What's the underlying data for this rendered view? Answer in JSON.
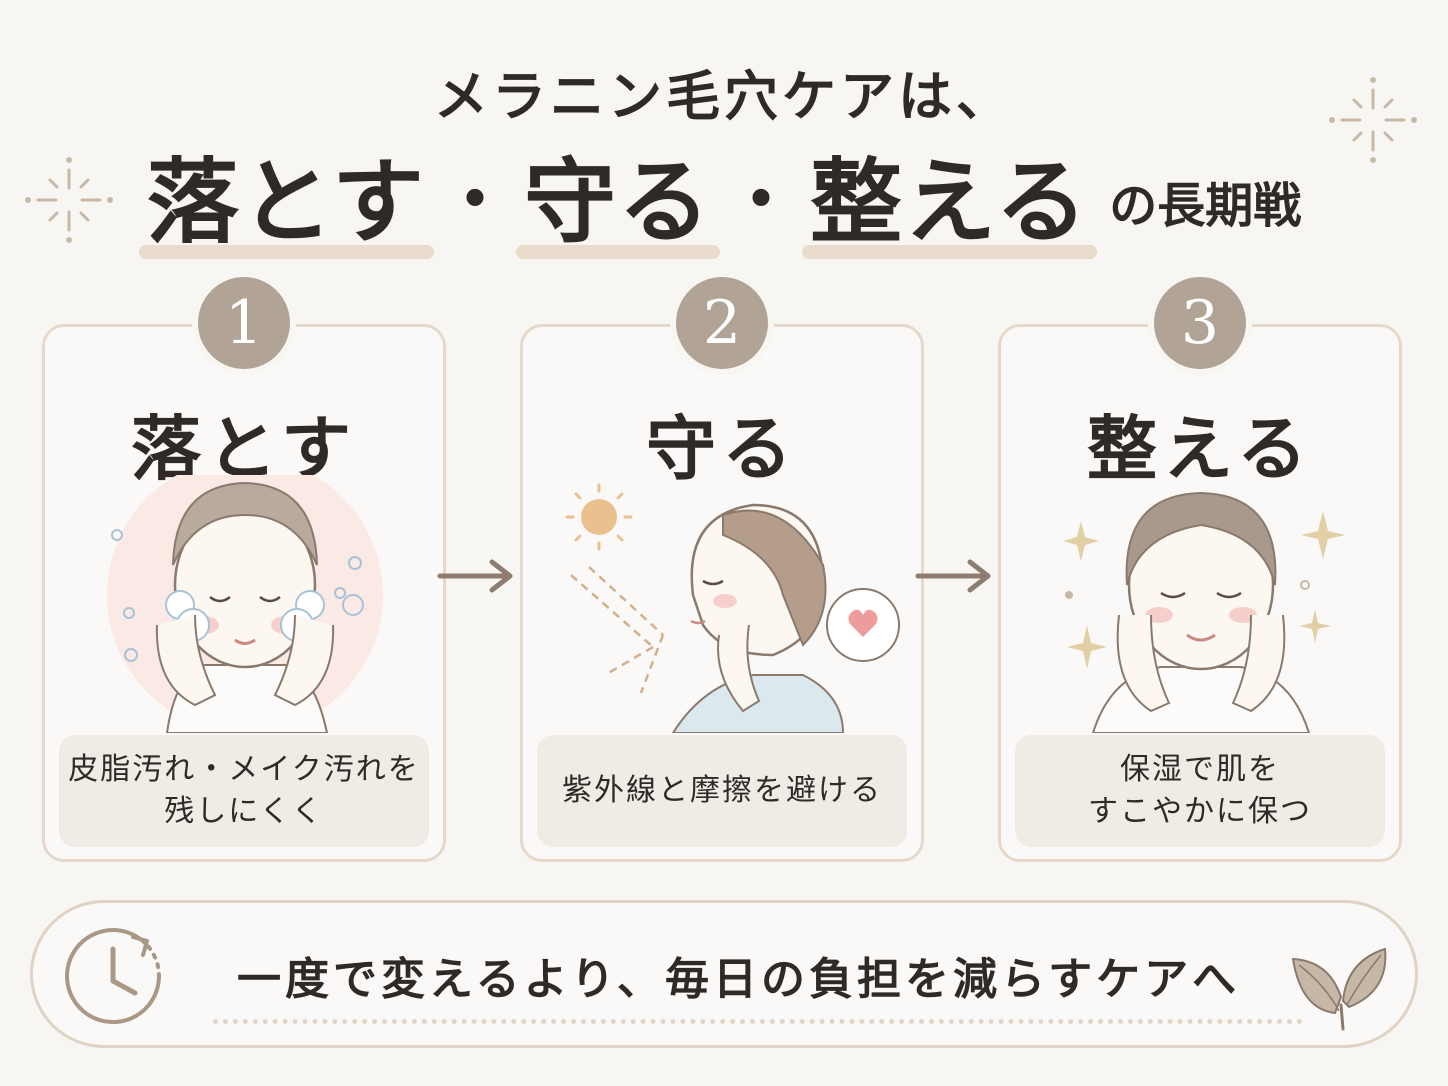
{
  "title": {
    "line1": "メラニン毛穴ケアは、",
    "word1": "落とす",
    "word2": "守る",
    "word3": "整える",
    "separator": "・",
    "suffix": "の長期戦"
  },
  "steps": [
    {
      "number": "1",
      "title": "落とす",
      "desc_line1": "皮脂汚れ・メイク汚れを",
      "desc_line2": "残しにくく",
      "icon": "face-washing-foam-icon"
    },
    {
      "number": "2",
      "title": "守る",
      "desc_line1": "紫外線と摩擦を避ける",
      "desc_line2": "",
      "icon": "sun-protection-icon"
    },
    {
      "number": "3",
      "title": "整える",
      "desc_line1": "保湿で肌を",
      "desc_line2": "すこやかに保つ",
      "icon": "sparkle-moisturize-icon"
    }
  ],
  "footer": {
    "text": "一度で変えるより、毎日の負担を減らすケアへ",
    "left_icon": "clock-icon",
    "right_icon": "leaf-icon"
  },
  "colors": {
    "background": "#f8f6f3",
    "badge": "#b1a395",
    "card_border": "#e6d9cb",
    "highlight": "#eadccc",
    "text": "#2f2a27"
  }
}
